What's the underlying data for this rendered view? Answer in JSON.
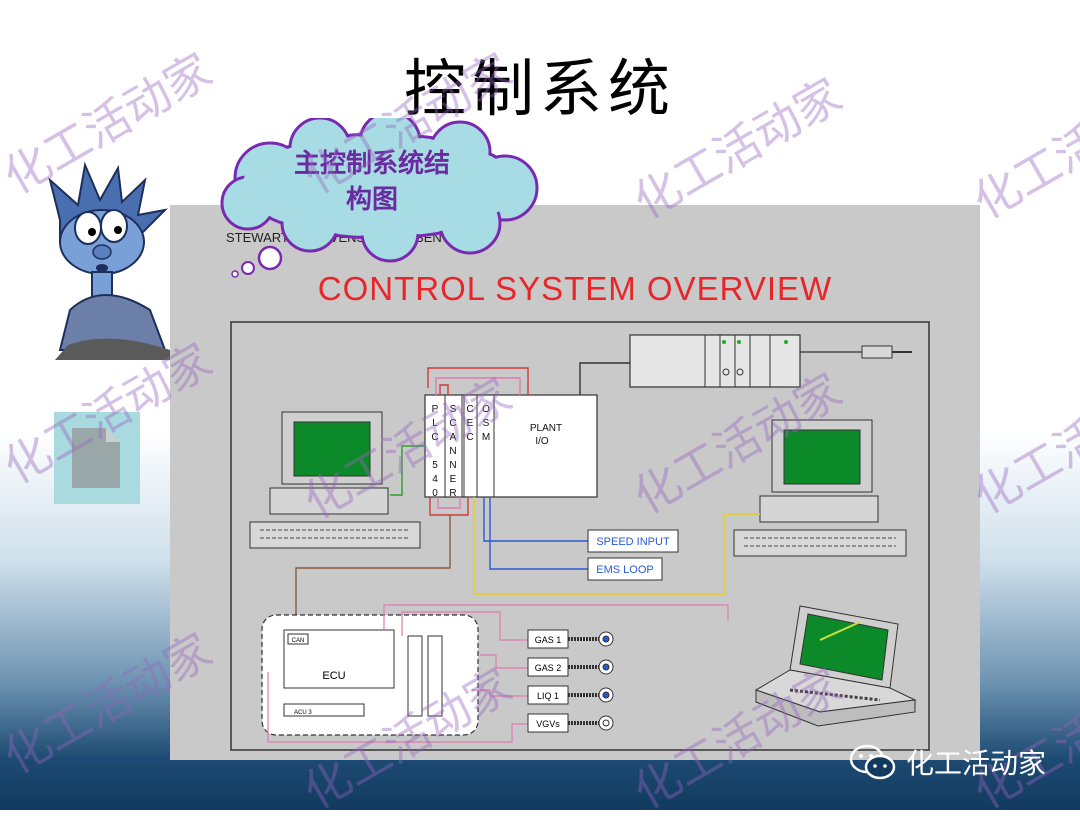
{
  "slide": {
    "title": "控制系统"
  },
  "callout": {
    "line1": "主控制系统结",
    "line2": "构图"
  },
  "diagram": {
    "header": "STEWART & STEVENSON PRESENTATION",
    "title": "CONTROL SYSTEM OVERVIEW",
    "plc_label": [
      "P",
      "L",
      "C",
      "",
      "5",
      "4",
      "0"
    ],
    "scanner_label": [
      "S",
      "C",
      "A",
      "N",
      "N",
      "E",
      "R"
    ],
    "cec_label": [
      "C",
      "E",
      "C"
    ],
    "osm_label": [
      "O",
      "S",
      "M"
    ],
    "plant_io": [
      "PLANT",
      "I/O"
    ],
    "speed_input": "SPEED INPUT",
    "ems_loop": "EMS LOOP",
    "ecu": "ECU",
    "can": "CAN",
    "acu": "ACU 3",
    "sensors": [
      "GAS 1",
      "GAS 2",
      "LIQ 1",
      "VGVs"
    ]
  },
  "watermark": "化工活动家",
  "footer": {
    "brand": "化工活动家",
    "icon": "wechat-icon"
  },
  "colors": {
    "title_red": "#e8262a",
    "callout_purple": "#6a2aa0",
    "cloud_fill": "#a8dce4",
    "screen_green": "#0c8a2a"
  }
}
